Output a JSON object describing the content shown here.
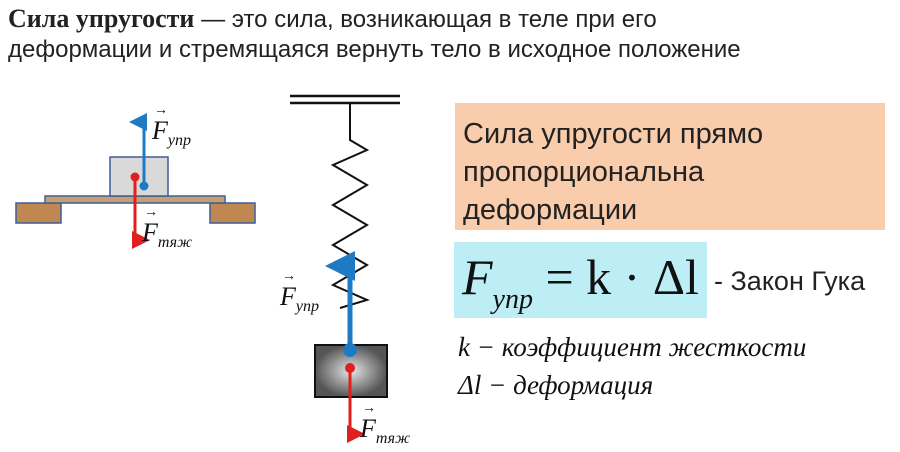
{
  "title": {
    "bold": "Сила упругости",
    "rest_line1": " — это сила, возникающая в теле при его",
    "line2": "деформации и стремящаяся вернуть тело в исходное положение"
  },
  "statement": "Сила упругости прямо пропорциональна деформации",
  "formula": {
    "F": "F",
    "sub": "упр",
    "rhs": " = k · Δl"
  },
  "law_label": "- Закон Гука",
  "definitions": [
    "k − коэффициент жесткости",
    "Δl − деформация"
  ],
  "labels": {
    "f": "F",
    "elastic_sub": "упр",
    "gravity_sub": "тяж",
    "vec": "→"
  },
  "colors": {
    "elastic": "#1f7ac4",
    "gravity": "#e0201e",
    "orange": "#f9cdab",
    "cyan": "#bdeef6"
  }
}
